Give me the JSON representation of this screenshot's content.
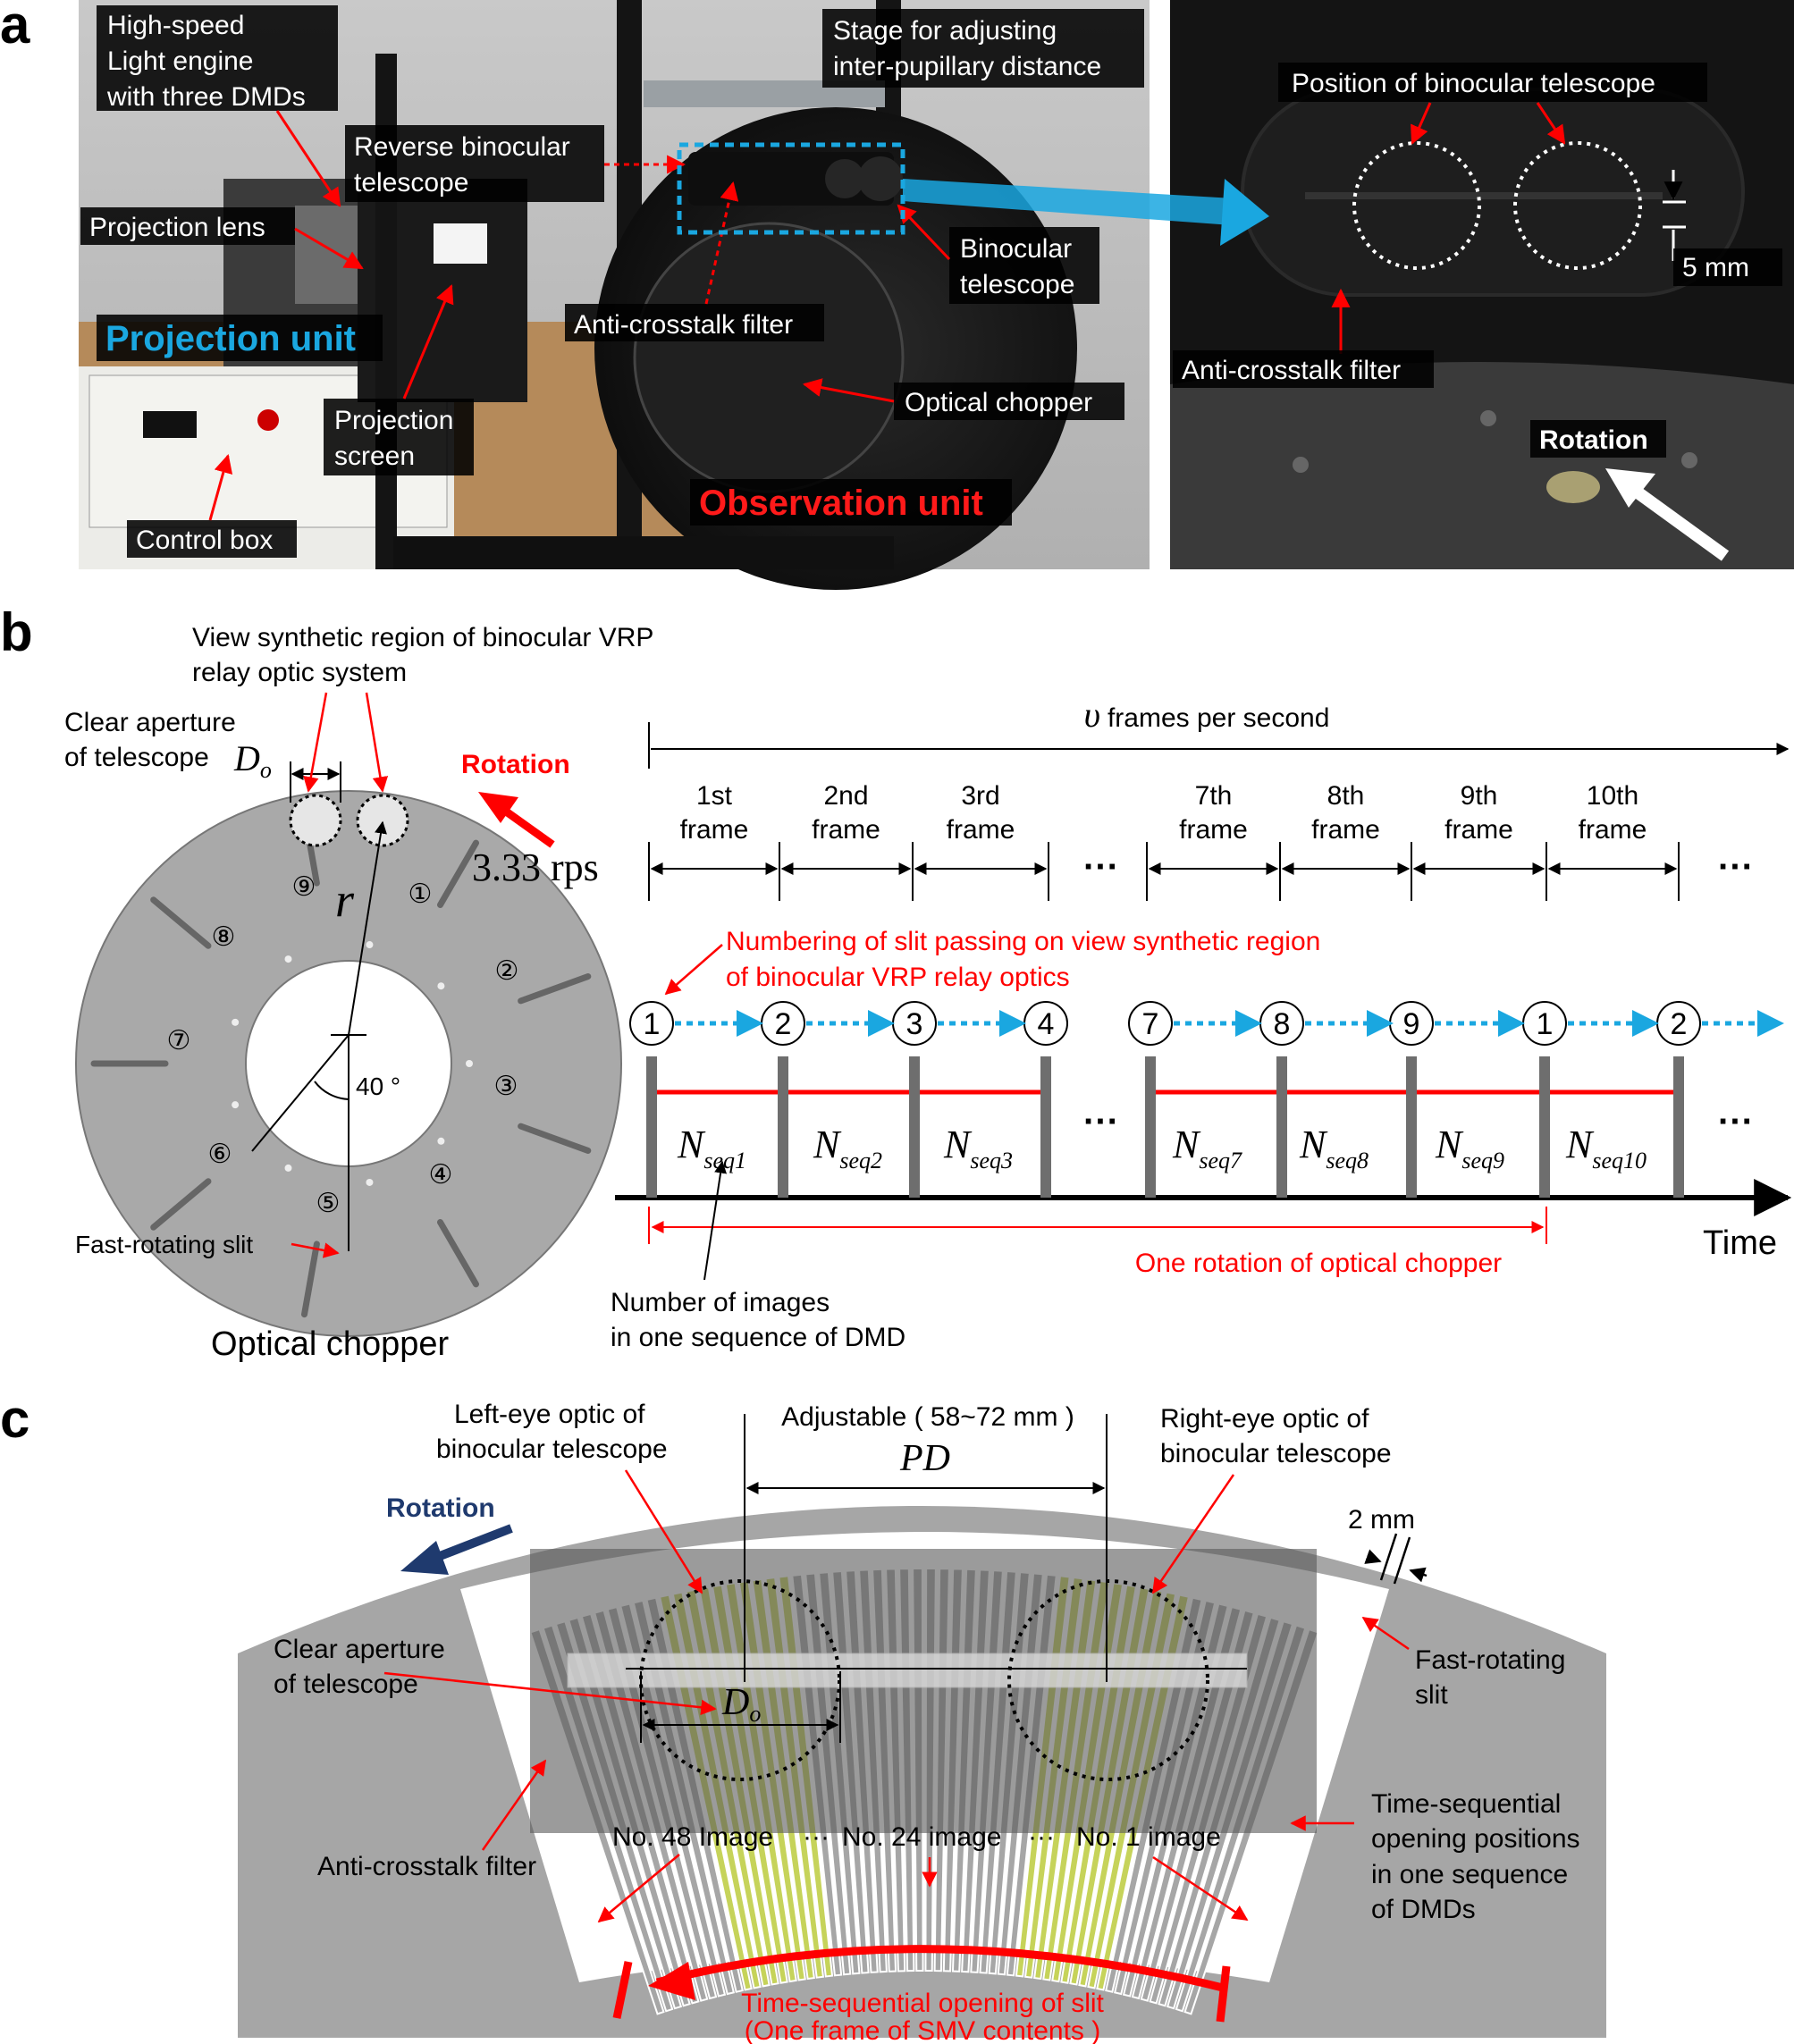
{
  "panel_a": {
    "letter": "a",
    "photo1_labels": {
      "light_engine": [
        "High-speed",
        "Light engine",
        "with three DMDs"
      ],
      "stage": [
        "Stage for adjusting",
        "inter-pupillary distance"
      ],
      "reverse_telescope": [
        "Reverse binocular",
        "telescope"
      ],
      "projection_lens": "Projection lens",
      "binocular_telescope": [
        "Binocular",
        "telescope"
      ],
      "projection_unit": "Projection unit",
      "anti_crosstalk": "Anti-crosstalk filter",
      "projection_screen": [
        "Projection",
        "screen"
      ],
      "optical_chopper": "Optical chopper",
      "observation_unit": "Observation unit",
      "control_box": "Control box"
    },
    "photo2_labels": {
      "position": "Position of binocular telescope",
      "five_mm": "5 mm",
      "anti_crosstalk": "Anti-crosstalk filter",
      "rotation": "Rotation"
    }
  },
  "panel_b": {
    "letter": "b",
    "view_region": [
      "View synthetic region of binocular VRP",
      "relay optic system"
    ],
    "clear_aperture": [
      "Clear aperture",
      "of telescope"
    ],
    "d_symbol": "D",
    "d_sub": "o",
    "rotation": "Rotation",
    "rps": "3.33 rps",
    "r_symbol": "r",
    "angle": "40 °",
    "fast_slit": "Fast-rotating slit",
    "chopper_title": "Optical chopper",
    "slit_numbers": [
      "①",
      "②",
      "③",
      "④",
      "⑤",
      "⑥",
      "⑦",
      "⑧",
      "⑨"
    ],
    "fps_symbol": "υ",
    "fps_text": "frames per second",
    "frames": [
      [
        "1st",
        "frame"
      ],
      [
        "2nd",
        "frame"
      ],
      [
        "3rd",
        "frame"
      ],
      [
        "7th",
        "frame"
      ],
      [
        "8th",
        "frame"
      ],
      [
        "9th",
        "frame"
      ],
      [
        "10th",
        "frame"
      ]
    ],
    "ellipsis": "···",
    "numbering": [
      "Numbering of slit passing on view synthetic region",
      "of binocular VRP relay optics"
    ],
    "circled": [
      "1",
      "2",
      "3",
      "4",
      "7",
      "8",
      "9",
      "1",
      "2"
    ],
    "n_symbol": "N",
    "n_subs": [
      "seq1",
      "seq2",
      "seq3",
      "seq7",
      "seq8",
      "seq9",
      "seq10"
    ],
    "time": "Time",
    "one_rotation": "One rotation of optical chopper",
    "num_images": [
      "Number of images",
      "in one sequence of DMD"
    ]
  },
  "panel_c": {
    "letter": "c",
    "left_eye": [
      "Left-eye optic of",
      "binocular telescope"
    ],
    "adjustable": "Adjustable ( 58~72 mm )",
    "pd": "PD",
    "right_eye": [
      "Right-eye optic of",
      "binocular telescope"
    ],
    "rotation": "Rotation",
    "two_mm": "2 mm",
    "clear_aperture": [
      "Clear aperture",
      "of telescope"
    ],
    "d_symbol": "D",
    "d_sub": "o",
    "fast_slit": [
      "Fast-rotating",
      "slit"
    ],
    "anti_crosstalk": "Anti-crosstalk filter",
    "images": [
      "No. 48 Image",
      "···",
      "No. 24 image",
      "···",
      "No. 1 image"
    ],
    "time_seq_positions": [
      "Time-sequential",
      "opening positions",
      "in one sequence",
      "of DMDs"
    ],
    "time_seq_opening": [
      "Time-sequential opening of slit",
      "(One frame of SMV contents )"
    ]
  },
  "colors": {
    "red": "#ff0000",
    "blue": "#1aa7e0",
    "navy": "#1f3a6e",
    "olive": "#c6d35a",
    "disk": "#a6a6a6"
  }
}
